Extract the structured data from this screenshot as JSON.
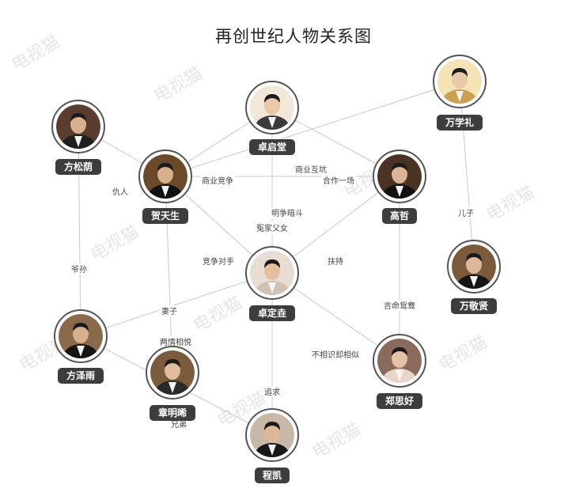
{
  "title": "再创世纪人物关系图",
  "nodes": [
    {
      "id": "zhuoqitang",
      "label": "卓启堂"
    },
    {
      "id": "wanxueli",
      "label": "万学礼"
    },
    {
      "id": "fangsongyin",
      "label": "方松荫"
    },
    {
      "id": "hetiansheng",
      "label": "贺天生"
    },
    {
      "id": "gaozhe",
      "label": "高哲"
    },
    {
      "id": "zhuodingyao",
      "label": "卓定垚"
    },
    {
      "id": "wanjingxian",
      "label": "万敬贤"
    },
    {
      "id": "fangzeyu",
      "label": "方泽雨"
    },
    {
      "id": "zhangmingxi",
      "label": "章明晞"
    },
    {
      "id": "zhengsihao",
      "label": "郑思好"
    },
    {
      "id": "chengkai",
      "label": "程凯"
    }
  ],
  "edges": [
    {
      "label": "仇人"
    },
    {
      "label": "商业竞争"
    },
    {
      "label": "商业互坑"
    },
    {
      "label": "合作一场"
    },
    {
      "label": "明争暗斗"
    },
    {
      "label": "冤家父女"
    },
    {
      "label": "儿子"
    },
    {
      "label": "爷孙"
    },
    {
      "label": "竞争对手"
    },
    {
      "label": "扶持"
    },
    {
      "label": "妻子"
    },
    {
      "label": "吉命鸳鸯"
    },
    {
      "label": "两情相悦"
    },
    {
      "label": "不相识却相似"
    },
    {
      "label": "追求"
    },
    {
      "label": "兄弟"
    }
  ],
  "watermark": "电视猫"
}
